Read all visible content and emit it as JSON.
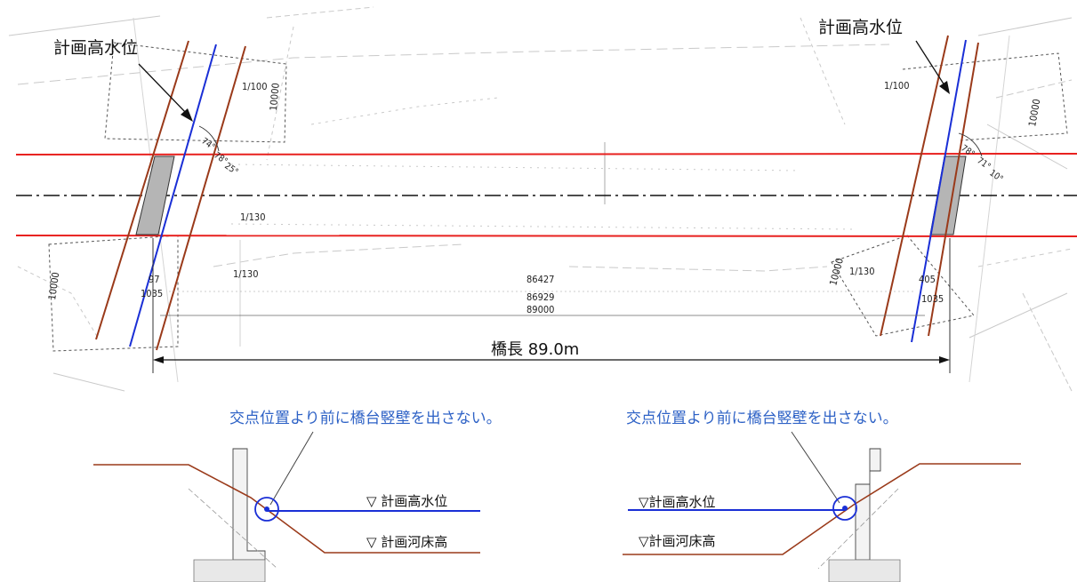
{
  "labels": {
    "plan_hwl_left": "計画高水位",
    "plan_hwl_right": "計画高水位",
    "slope_1_100_left": "1/100",
    "slope_1_100_right": "1/100",
    "dim_10000_top_left": "10000",
    "dim_10000_top_right": "10000",
    "dim_10000_bottom_left": "10000",
    "dim_10000_bottom_right": "10000",
    "angle_74": "74°",
    "angle_78_left": "78°",
    "angle_25": "25°",
    "angle_78_right": "78°",
    "angle_71": "71°",
    "angle_10": "10°",
    "slope_1_130_center": "1/130",
    "slope_1_130_lower_left": "1/130",
    "slope_1_130_lower_right": "1/130",
    "dim_97": "97",
    "dim_1035_left": "1035",
    "dim_405": "405",
    "dim_1035_right": "1035",
    "dim_86427": "86427",
    "dim_86929": "86929",
    "dim_89000": "89000",
    "bridge_length": "橋長 89.0m",
    "note_left": "交点位置より前に橋台竪壁を出さない。",
    "note_right": "交点位置より前に橋台竪壁を出さない。",
    "sec_hwl_left": "▽ 計画高水位",
    "sec_bed_left": "▽ 計画河床高",
    "sec_hwl_right": "▽計画高水位",
    "sec_bed_right": "▽計画河床高"
  },
  "colors": {
    "red_line": "#e8211f",
    "blue_line": "#1a2fd6",
    "brown_line": "#9a3a1a",
    "note_blue": "#2e62c6",
    "dark": "#222222",
    "light": "#b9b9b9",
    "abutment_fill": "#b5b5b5"
  }
}
